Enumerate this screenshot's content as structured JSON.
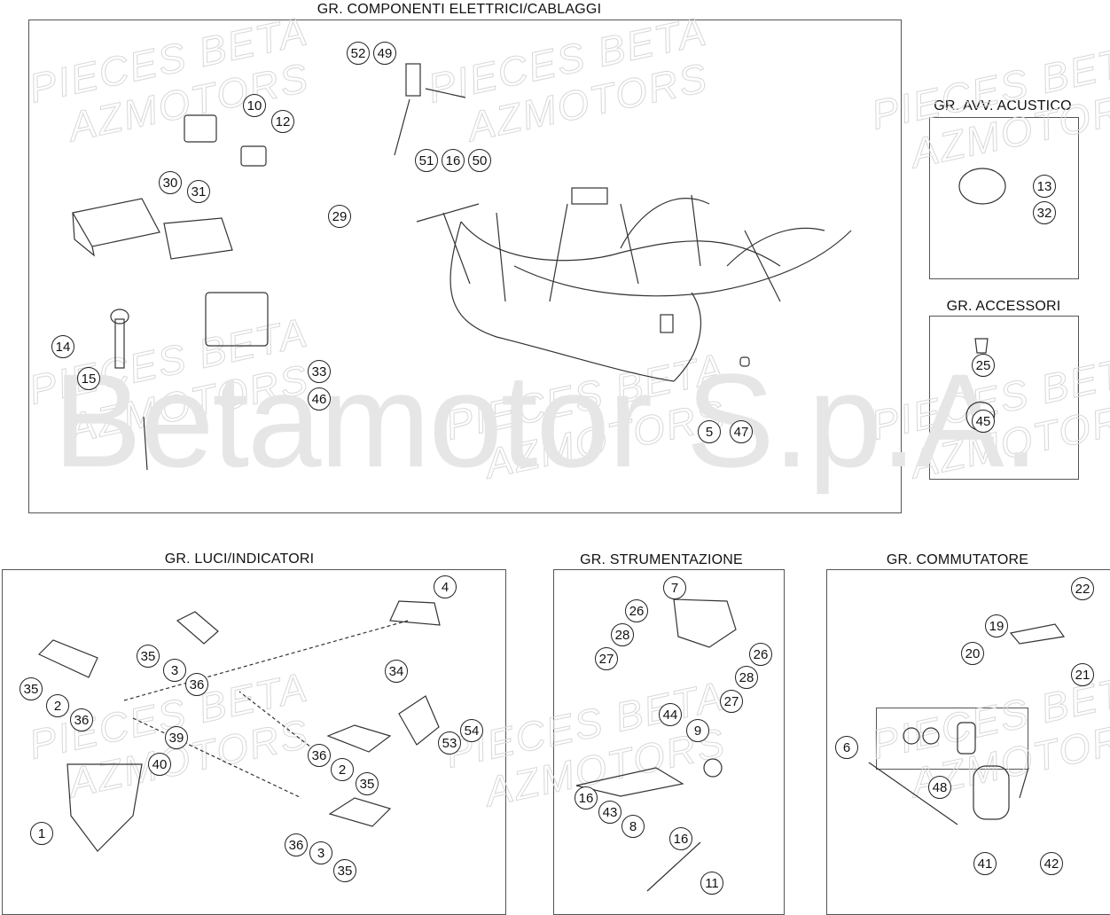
{
  "watermark": {
    "line1": "PIECES BETA",
    "line2": "AZMOTORS",
    "main": "Betamotor S.p.A."
  },
  "groups": [
    {
      "title": "GR. COMPONENTI ELETTRICI/CABLAGGI",
      "callouts": [
        "52",
        "49",
        "10",
        "12",
        "51",
        "16",
        "50",
        "30",
        "31",
        "29",
        "14",
        "33",
        "15",
        "46",
        "5",
        "47"
      ]
    },
    {
      "title": "GR. AVV. ACUSTICO",
      "callouts": [
        "13",
        "32"
      ]
    },
    {
      "title": "GR. ACCESSORI",
      "callouts": [
        "25",
        "45"
      ]
    },
    {
      "title": "GR. LUCI/INDICATORI",
      "callouts": [
        "4",
        "35",
        "3",
        "34",
        "35",
        "36",
        "2",
        "36",
        "54",
        "53",
        "39",
        "40",
        "36",
        "2",
        "35",
        "1",
        "36",
        "3",
        "35"
      ]
    },
    {
      "title": "GR. STRUMENTAZIONE",
      "callouts": [
        "7",
        "26",
        "28",
        "27",
        "26",
        "28",
        "27",
        "44",
        "9",
        "16",
        "43",
        "8",
        "16",
        "11"
      ]
    },
    {
      "title": "GR. COMMUTATORE",
      "callouts": [
        "22",
        "19",
        "20",
        "21",
        "6",
        "48",
        "41",
        "42"
      ]
    }
  ]
}
